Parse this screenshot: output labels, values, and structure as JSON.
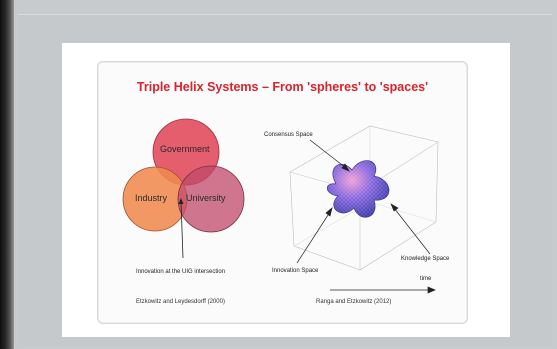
{
  "slide": {
    "title": "Triple Helix Systems – From 'spheres' to 'spaces'",
    "venn": {
      "government": "Government",
      "industry": "Industry",
      "university": "University",
      "caption": "Innovation at the UIG intersection",
      "citation": "Etzkowitz and Leydesdorff (2000)"
    },
    "space": {
      "consensus": "Consensus Space",
      "innovation": "Innovation Space",
      "knowledge": "Knowledge Space",
      "time": "time",
      "citation": "Ranga and Etzkowitz (2012)"
    }
  },
  "colors": {
    "title": "#d8222c",
    "government": "#e0485a",
    "industry": "#f08a4e",
    "university": "#c04a6a",
    "helix_shape": "#6c5ad0"
  }
}
